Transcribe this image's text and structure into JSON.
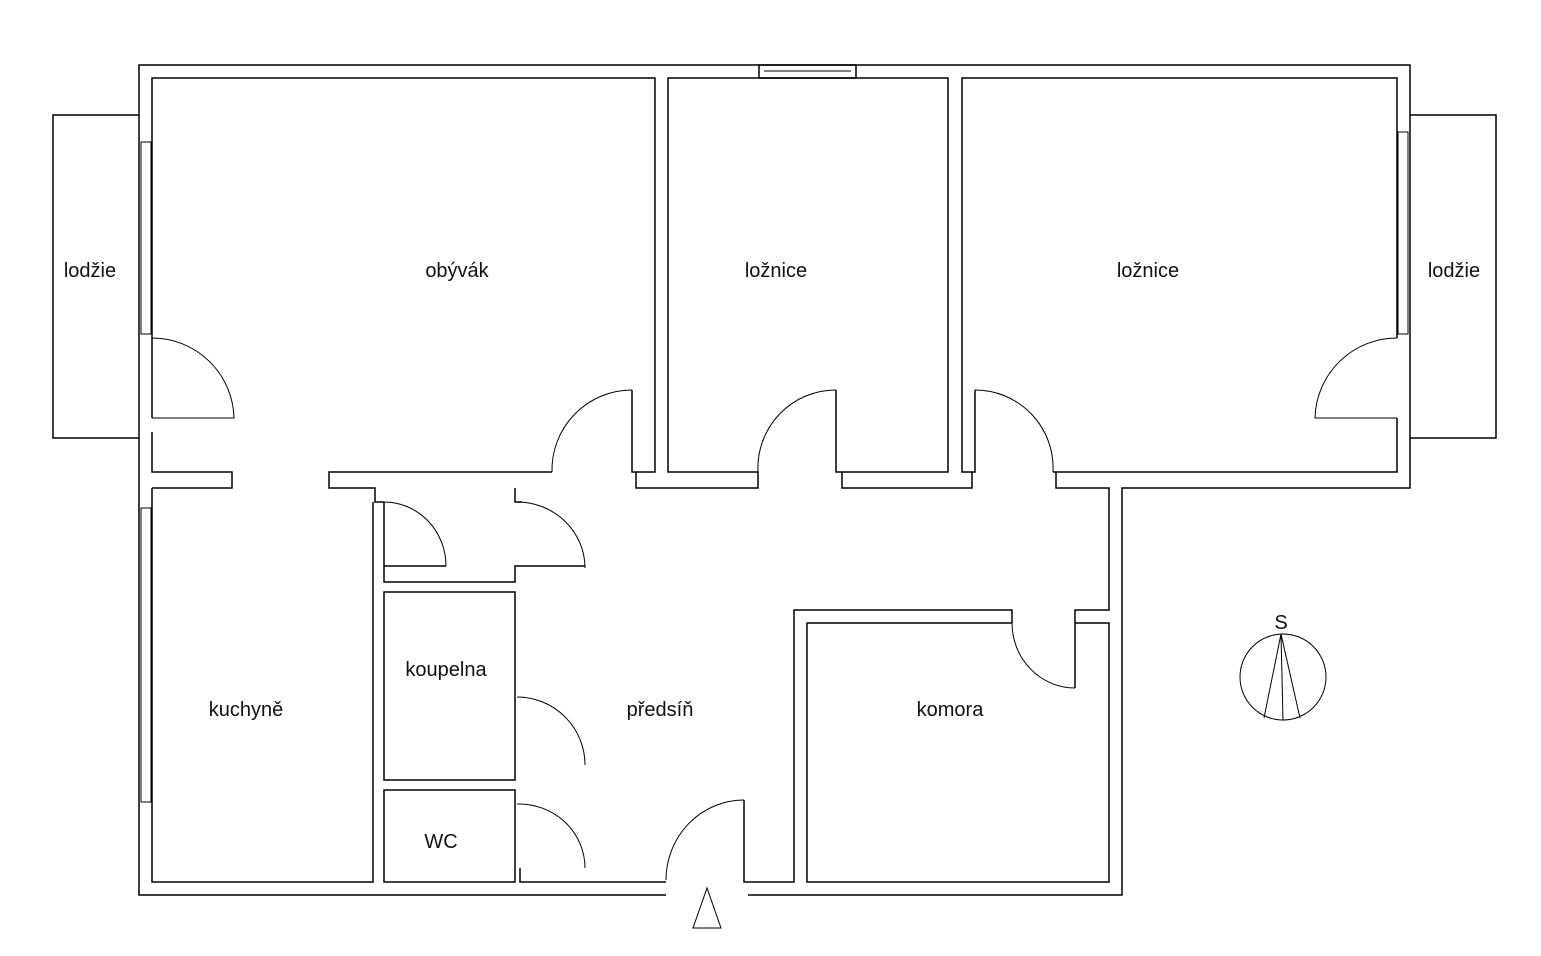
{
  "rooms": {
    "lodzie_left": "lodžie",
    "obyvak": "obývák",
    "loznice_1": "ložnice",
    "loznice_2": "ložnice",
    "lodzie_right": "lodžie",
    "kuchyne": "kuchyně",
    "koupelna": "koupelna",
    "wc": "WC",
    "predsin": "předsíň",
    "komora": "komora"
  },
  "compass": {
    "label": "S"
  },
  "colors": {
    "line": "#000000",
    "background": "#ffffff"
  }
}
